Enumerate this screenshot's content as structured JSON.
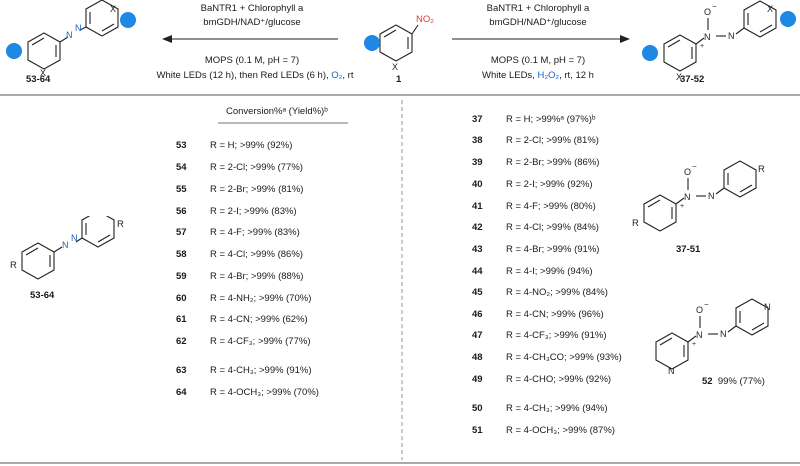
{
  "top": {
    "left_condition_line1": "BaNTR1 + Chlorophyll a",
    "left_condition_line2": "bmGDH/NAD⁺/glucose",
    "left_condition_line3": "MOPS (0.1 M, pH = 7)",
    "left_condition_line4_a": "White LEDs (12 h), then Red LEDs (6 h), ",
    "left_condition_line4_o2": "O₂",
    "left_condition_line4_b": ", rt",
    "right_condition_line1": "BaNTR1 + Chlorophyll a",
    "right_condition_line2": "bmGDH/NAD⁺/glucose",
    "right_condition_line3": "MOPS (0.1 M, pH = 7)",
    "right_condition_line4_a": "White LEDs, ",
    "right_condition_line4_h2o2": "H₂O₂",
    "right_condition_line4_b": ", rt, 12 h",
    "label_left": "53-64",
    "label_center": "1",
    "label_right": "37-52",
    "no2": "NO₂",
    "x_atom": "X",
    "n_atom": "N",
    "o_minus": "O",
    "plus": "+",
    "minus": "−"
  },
  "left_panel": {
    "header": "Conversion%ᵃ (Yield%)ᵇ",
    "structure_label": "53-64",
    "r_label": "R",
    "rows": [
      {
        "num": "53",
        "text": "R = H; >99% (92%)"
      },
      {
        "num": "54",
        "text": "R = 2-Cl; >99% (77%)"
      },
      {
        "num": "55",
        "text": "R = 2-Br; >99% (81%)"
      },
      {
        "num": "56",
        "text": "R = 2-I; >99% (83%)"
      },
      {
        "num": "57",
        "text": "R = 4-F; >99% (83%)"
      },
      {
        "num": "58",
        "text": "R = 4-Cl; >99% (86%)"
      },
      {
        "num": "59",
        "text": "R = 4-Br; >99% (88%)"
      },
      {
        "num": "60",
        "text": "R = 4-NH₂; >99% (70%)"
      },
      {
        "num": "61",
        "text": "R = 4-CN; >99% (62%)"
      },
      {
        "num": "62",
        "text": "R = 4-CF₃; >99% (77%)"
      },
      {
        "num": "63",
        "text": "R = 4-CH₃; >99% (91%)"
      },
      {
        "num": "64",
        "text": "R = 4-OCH₃; >99% (70%)"
      }
    ]
  },
  "right_panel": {
    "structure_label_1": "37-51",
    "structure_label_2": "52",
    "structure_2_value": "99% (77%)",
    "r_label": "R",
    "rows": [
      {
        "num": "37",
        "text": "R = H; >99%ᵃ (97%)ᵇ"
      },
      {
        "num": "38",
        "text": "R = 2-Cl; >99% (81%)"
      },
      {
        "num": "39",
        "text": "R = 2-Br;  >99% (86%)"
      },
      {
        "num": "40",
        "text": "R = 2-I; >99% (92%)"
      },
      {
        "num": "41",
        "text": "R = 4-F; >99% (80%)"
      },
      {
        "num": "42",
        "text": "R = 4-Cl; >99% (84%)"
      },
      {
        "num": "43",
        "text": "R = 4-Br; >99% (91%)"
      },
      {
        "num": "44",
        "text": "R = 4-I; >99% (94%)"
      },
      {
        "num": "45",
        "text": "R = 4-NO₂; >99% (84%)"
      },
      {
        "num": "46",
        "text": "R = 4-CN; >99% (96%)"
      },
      {
        "num": "47",
        "text": "R = 4-CF₃; >99% (91%)"
      },
      {
        "num": "48",
        "text": "R = 4-CH₃CO; >99% (93%)"
      },
      {
        "num": "49",
        "text": "R = 4-CHO; >99% (92%)"
      },
      {
        "num": "50",
        "text": "R = 4-CH₃; >99% (94%)"
      },
      {
        "num": "51",
        "text": "R = 4-OCH₃; >99% (87%)"
      }
    ]
  },
  "colors": {
    "blue_dot": "#1e88e5",
    "o2": "#1565c0",
    "no2": "#e53935",
    "line": "#222222",
    "dash": "#999999"
  }
}
